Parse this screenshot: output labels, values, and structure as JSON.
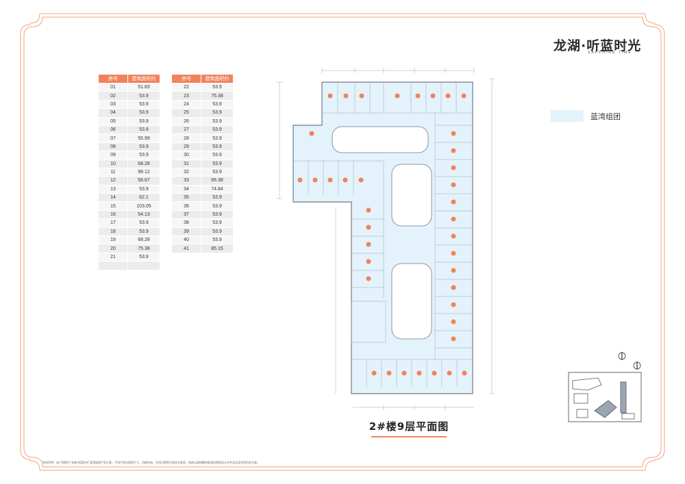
{
  "brand": {
    "name_cn": "龙湖·听蓝时光",
    "name_en": "SAPPHIRE TIME"
  },
  "legend": {
    "label": "蓝湾组团",
    "color": "#e3f2fb"
  },
  "colors": {
    "accent": "#f2825a",
    "plan_fill": "#e3f2fb",
    "frame": "#f2a27e"
  },
  "table_left": {
    "headers": [
      "房号",
      "建筑面积约"
    ],
    "rows": [
      [
        "01",
        "51.83"
      ],
      [
        "02",
        "53.9"
      ],
      [
        "03",
        "53.9"
      ],
      [
        "04",
        "53.9"
      ],
      [
        "05",
        "53.9"
      ],
      [
        "06",
        "53.9"
      ],
      [
        "07",
        "55.99"
      ],
      [
        "08",
        "53.9"
      ],
      [
        "09",
        "53.9"
      ],
      [
        "10",
        "68.28"
      ],
      [
        "11",
        "98.12"
      ],
      [
        "12",
        "56.67"
      ],
      [
        "13",
        "53.9"
      ],
      [
        "14",
        "62.1"
      ],
      [
        "15",
        "103.05"
      ],
      [
        "16",
        "54.13"
      ],
      [
        "17",
        "53.9"
      ],
      [
        "18",
        "53.9"
      ],
      [
        "19",
        "68.28"
      ],
      [
        "20",
        "75.38"
      ],
      [
        "21",
        "53.9"
      ],
      [
        "",
        ""
      ]
    ]
  },
  "table_right": {
    "headers": [
      "房号",
      "建筑面积约"
    ],
    "rows": [
      [
        "22",
        "53.9"
      ],
      [
        "23",
        "75.38"
      ],
      [
        "24",
        "53.9"
      ],
      [
        "25",
        "53.9"
      ],
      [
        "26",
        "53.9"
      ],
      [
        "27",
        "53.9"
      ],
      [
        "28",
        "53.9"
      ],
      [
        "29",
        "53.9"
      ],
      [
        "30",
        "53.9"
      ],
      [
        "31",
        "53.9"
      ],
      [
        "32",
        "53.9"
      ],
      [
        "33",
        "66.38"
      ],
      [
        "34",
        "74.84"
      ],
      [
        "35",
        "53.9"
      ],
      [
        "36",
        "53.9"
      ],
      [
        "37",
        "53.9"
      ],
      [
        "38",
        "53.9"
      ],
      [
        "39",
        "53.9"
      ],
      [
        "40",
        "53.9"
      ],
      [
        "41",
        "85.15"
      ]
    ]
  },
  "plan_title": "2#楼9层平面图",
  "disclaimer": "免责声明：本户型图为\"龙湖·听蓝时光\"蓝湾组团户型示意，不同户型在面积尺寸、功能布局、空间分割等方面存在差异，具体以政府最终批准的规划设计文件及买卖合同约定为准。"
}
